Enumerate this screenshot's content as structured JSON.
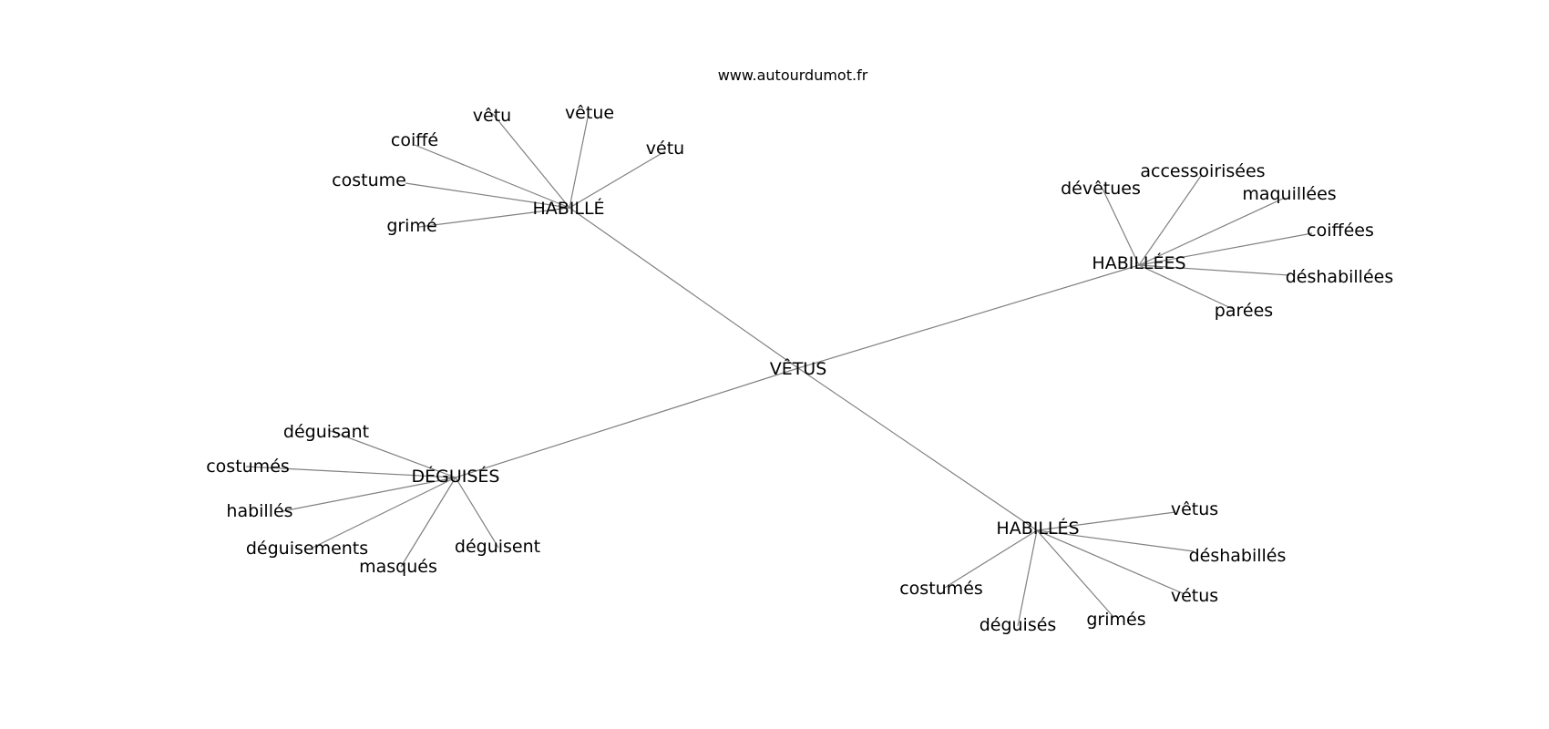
{
  "site": "www.autourdumot.fr",
  "center": {
    "id": "root",
    "label": "VÊTUS"
  },
  "hubs": [
    {
      "id": "habille",
      "label": "HABILLÉ",
      "leaves": [
        "vêtu",
        "vêtue",
        "vétu",
        "coiffé",
        "costume",
        "grimé"
      ]
    },
    {
      "id": "habillees",
      "label": "HABILLÉES",
      "leaves": [
        "dévêtues",
        "accessoirisées",
        "maquillées",
        "coiffées",
        "déshabillées",
        "parées"
      ]
    },
    {
      "id": "deguises",
      "label": "DÉGUISÉS",
      "leaves": [
        "déguisant",
        "costumés",
        "habillés",
        "déguisements",
        "masqués",
        "déguisent"
      ]
    },
    {
      "id": "habilles",
      "label": "HABILLÉS",
      "leaves": [
        "vêtus",
        "déshabillés",
        "vétus",
        "grimés",
        "déguisés",
        "costumés"
      ]
    }
  ]
}
